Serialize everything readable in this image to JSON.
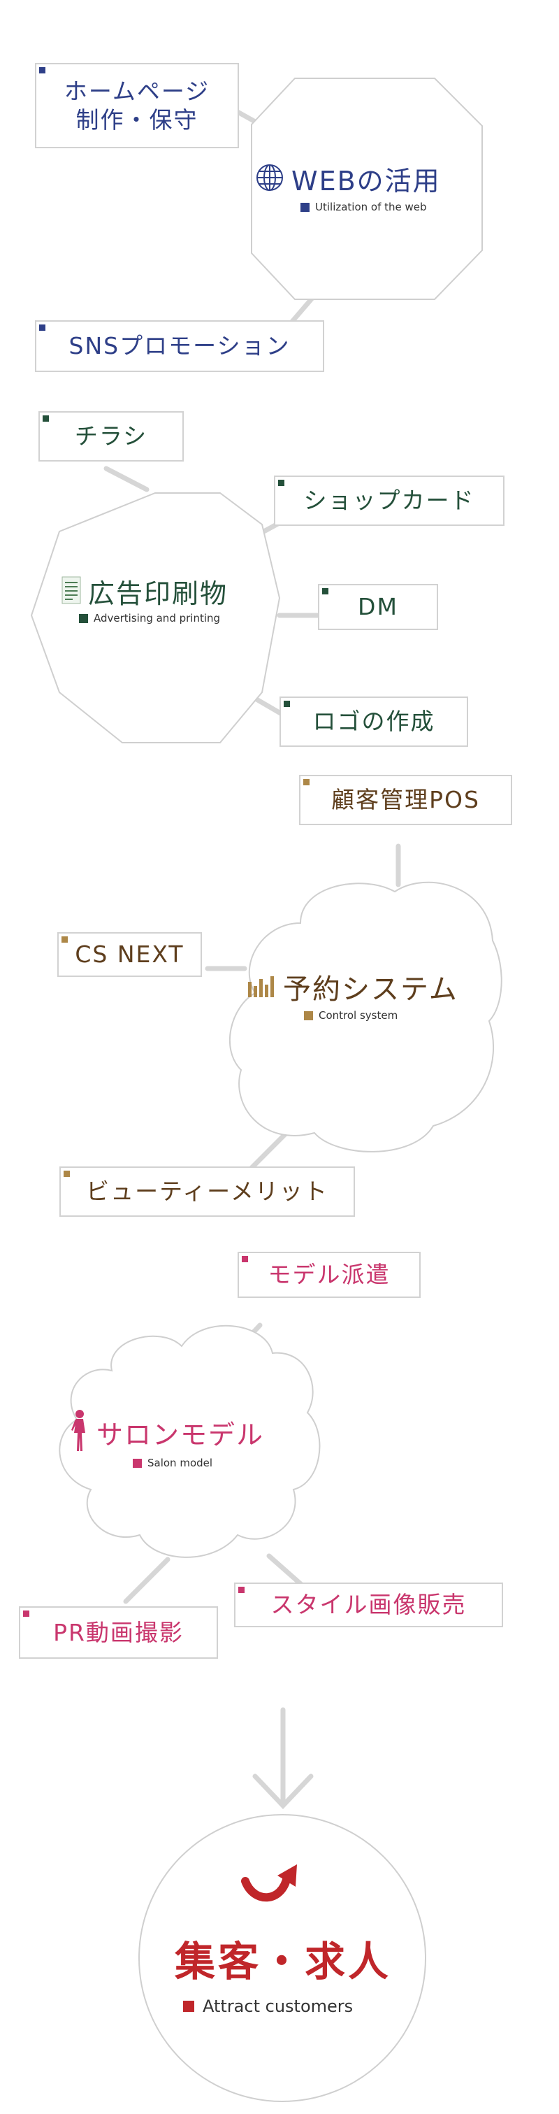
{
  "colors": {
    "web": "#2e3f88",
    "print": "#24503a",
    "system": "#ad8747",
    "system_text": "#5e3e1d",
    "salon": "#c9366d",
    "goal": "#c0262a",
    "line": "#d2d2d2"
  },
  "web": {
    "title": "WEBの活用",
    "subtitle": "Utilization of the web",
    "icon": "globe-icon",
    "items": [
      "ホームページ\n制作・保守",
      "SNSプロモーション"
    ]
  },
  "print": {
    "title": "広告印刷物",
    "subtitle": "Advertising and printing",
    "icon": "document-icon",
    "items": [
      "チラシ",
      "ショップカード",
      "DM",
      "ロゴの作成"
    ]
  },
  "system": {
    "title": "予約システム",
    "subtitle": "Control system",
    "icon": "bar-chart-icon",
    "items": [
      "顧客管理POS",
      "CS NEXT",
      "ビューティーメリット"
    ]
  },
  "salon": {
    "title": "サロンモデル",
    "subtitle": "Salon model",
    "icon": "woman-figure-icon",
    "items": [
      "モデル派遣",
      "スタイル画像販売",
      "PR動画撮影"
    ]
  },
  "goal": {
    "title": "集客・求人",
    "subtitle": "Attract customers",
    "icon": "curved-arrow-icon"
  }
}
